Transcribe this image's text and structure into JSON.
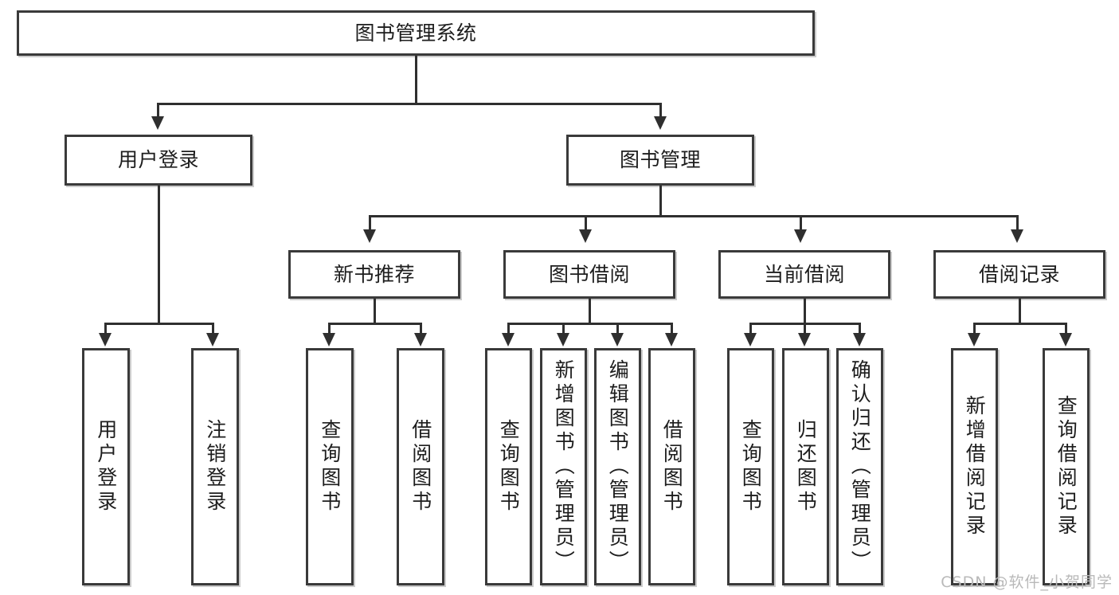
{
  "diagram": {
    "title": "图书管理系统",
    "watermark": "CSDN @软件_小贺同学",
    "type": "tree",
    "nodes": {
      "root": {
        "label": "图书管理系统"
      },
      "level2": [
        {
          "id": "user-login",
          "label": "用户登录"
        },
        {
          "id": "book-manage",
          "label": "图书管理"
        }
      ],
      "level3": [
        {
          "id": "new-book-recommend",
          "label": "新书推荐"
        },
        {
          "id": "book-borrow",
          "label": "图书借阅"
        },
        {
          "id": "current-borrow",
          "label": "当前借阅"
        },
        {
          "id": "borrow-record",
          "label": "借阅记录"
        }
      ],
      "leaves": {
        "user_login": [
          {
            "id": "leaf-user-login",
            "label": "用户登录"
          },
          {
            "id": "leaf-user-logout",
            "label": "注销登录"
          }
        ],
        "new_book_recommend": [
          {
            "id": "leaf-query-book-1",
            "label": "查询图书"
          },
          {
            "id": "leaf-borrow-book-1",
            "label": "借阅图书"
          }
        ],
        "book_borrow": [
          {
            "id": "leaf-query-book-2",
            "label": "查询图书"
          },
          {
            "id": "leaf-add-book",
            "label": "新增图书（管理员）"
          },
          {
            "id": "leaf-edit-book",
            "label": "编辑图书（管理员）"
          },
          {
            "id": "leaf-borrow-book-2",
            "label": "借阅图书"
          }
        ],
        "current_borrow": [
          {
            "id": "leaf-query-book-3",
            "label": "查询图书"
          },
          {
            "id": "leaf-return-book",
            "label": "归还图书"
          },
          {
            "id": "leaf-confirm-return",
            "label": "确认归还（管理员）"
          }
        ],
        "borrow_record": [
          {
            "id": "leaf-add-record",
            "label": "新增借阅记录"
          },
          {
            "id": "leaf-query-record",
            "label": "查询借阅记录"
          }
        ]
      }
    },
    "colors": {
      "box_border": "#3a3a3a",
      "line": "#2f2f2f",
      "background": "#ffffff",
      "text": "#1d1d1d",
      "watermark": "#b9b9b9"
    }
  }
}
